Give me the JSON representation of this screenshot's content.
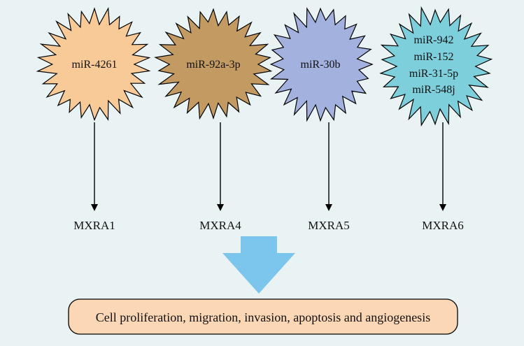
{
  "mirnas": [
    {
      "labels": [
        "miR-4261"
      ],
      "color": "#f8ca98",
      "target": "MXRA1"
    },
    {
      "labels": [
        "miR-92a-3p"
      ],
      "color": "#c29a62",
      "target": "MXRA4"
    },
    {
      "labels": [
        "miR-30b"
      ],
      "color": "#a3b1df",
      "target": "MXRA5"
    },
    {
      "labels": [
        "miR-942",
        "miR-152",
        "miR-31-5p",
        "miR-548j"
      ],
      "color": "#7ccfdb",
      "target": "MXRA6"
    }
  ],
  "outcome": {
    "text": "Cell proliferation, migration, invasion, apoptosis and angiogenesis",
    "box_color": "#fbd7b5"
  },
  "down_arrow_color": "#7cc5ec"
}
